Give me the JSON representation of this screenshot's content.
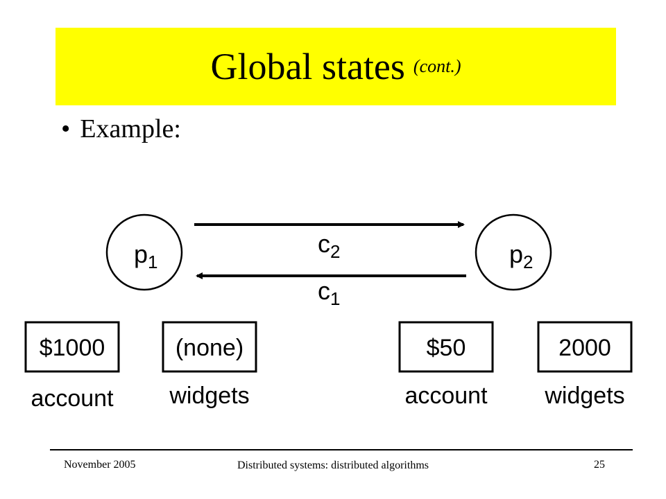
{
  "slide": {
    "title": "Global states",
    "title_suffix": "(cont.)",
    "bullet": "Example:",
    "bullet_glyph": "•"
  },
  "diagram": {
    "processes": [
      {
        "name": "p",
        "sub": "1"
      },
      {
        "name": "p",
        "sub": "2"
      }
    ],
    "channels": [
      {
        "name": "c",
        "sub": "2",
        "direction": "p1-to-p2"
      },
      {
        "name": "c",
        "sub": "1",
        "direction": "p2-to-p1"
      }
    ],
    "boxes": [
      {
        "value": "$1000",
        "label": "account"
      },
      {
        "value": "(none)",
        "label": "widgets"
      },
      {
        "value": "$50",
        "label": "account"
      },
      {
        "value": "2000",
        "label": "widgets"
      }
    ]
  },
  "footer": {
    "date": "November 2005",
    "course": "Distributed systems: distributed algorithms",
    "page": "25"
  },
  "colors": {
    "title_background": "#ffff00",
    "foreground": "#000000"
  }
}
